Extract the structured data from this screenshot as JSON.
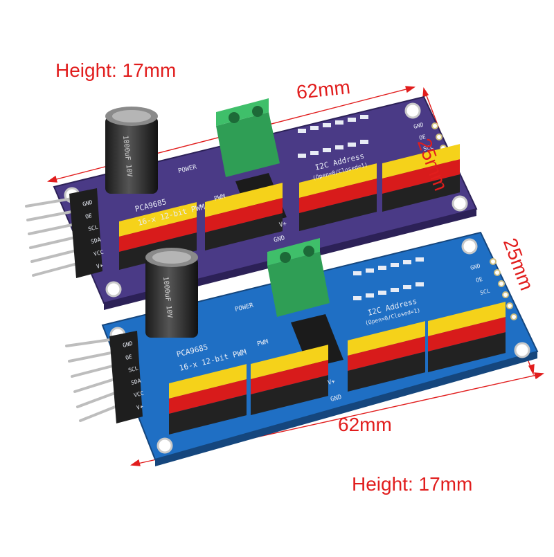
{
  "labels": {
    "top_height": "Height: 17mm",
    "top_length": "62mm",
    "top_width": "25mm",
    "bottom_width": "25mm",
    "bottom_length": "62mm",
    "bottom_height": "Height: 17mm"
  },
  "boards": {
    "purple": {
      "color": "#4a3a86",
      "chip": "PCA9685",
      "subtitle": "16-x 12-bit PWM",
      "address": "I2C Address",
      "address_sub": "(Open=0/Closed=1)",
      "power": "POWER",
      "cap_label": "1000uF 10V",
      "pins_right": [
        "GND",
        "OE",
        "SCL"
      ],
      "pins_left": [
        "GND",
        "OE",
        "SCL",
        "SDA",
        "VCC",
        "V+"
      ],
      "rail_labels": [
        "PWM",
        "V+",
        "GND"
      ]
    },
    "blue": {
      "color": "#1f6fc4",
      "chip": "PCA9685",
      "subtitle": "16-x 12-bit PWM",
      "address": "I2C Address",
      "address_sub": "(Open=0/Closed=1)",
      "power": "POWER",
      "cap_label": "1000uF 10V",
      "pins_right": [
        "GND",
        "OE",
        "SCL"
      ],
      "pins_left": [
        "GND",
        "OE",
        "SCL",
        "SDA",
        "VCC",
        "V+"
      ],
      "rail_labels": [
        "PWM",
        "V+",
        "GND"
      ]
    }
  },
  "colors": {
    "dimension_text": "#e11d1d",
    "terminal_block": "#2f9e55",
    "pin_yellow": "#f5d21a",
    "pin_red": "#d81b1b",
    "pin_black": "#222222"
  }
}
